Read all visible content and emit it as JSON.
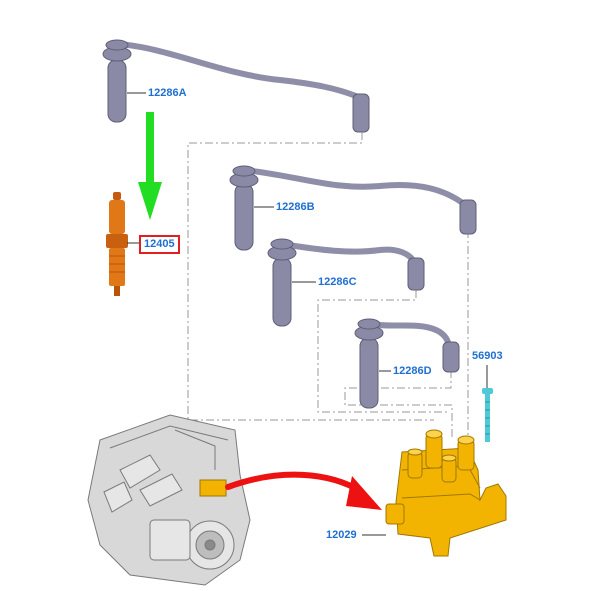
{
  "colors": {
    "callout_text": "#1f6fd1",
    "highlight_box": "#e02020",
    "green_arrow": "#22dd22",
    "red_arrow": "#ee1111",
    "lead_wire": "#8e8ea8",
    "lead_boot": "#8a8aa6",
    "coil": "#f2b400",
    "spark_plug": "#e07818",
    "bolt": "#4fc8d8",
    "engine": "#d8d8d8",
    "guide_line": "#9a9a9a"
  },
  "parts": {
    "lead_a": "12286A",
    "lead_b": "12286B",
    "lead_c": "12286C",
    "lead_d": "12286D",
    "spark_plug": "12405",
    "bolt": "56903",
    "ignition_coil": "12029"
  },
  "highlighted_part": "12405"
}
